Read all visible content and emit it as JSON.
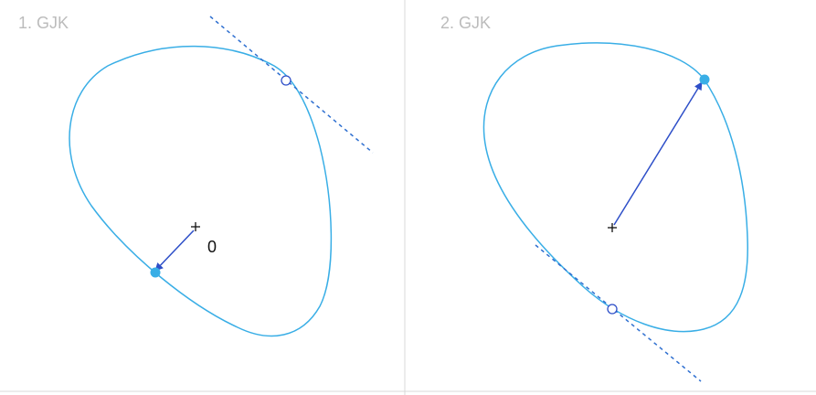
{
  "panels": [
    {
      "title": "1. GJK",
      "origin_label": "0"
    },
    {
      "title": "2. GJK"
    }
  ],
  "colors": {
    "shape_outline": "#39aee6",
    "support_point": "#39aee6",
    "direction_arrow": "#2e4fc8",
    "tangent_line": "#2e6fd0",
    "center_mark": "#111111",
    "title_text": "#bcbcbc",
    "divider": "#d8d8d8"
  },
  "icons": {
    "center_mark": "plus-icon",
    "support_point": "filled-circle",
    "tangent_point": "hollow-circle"
  }
}
